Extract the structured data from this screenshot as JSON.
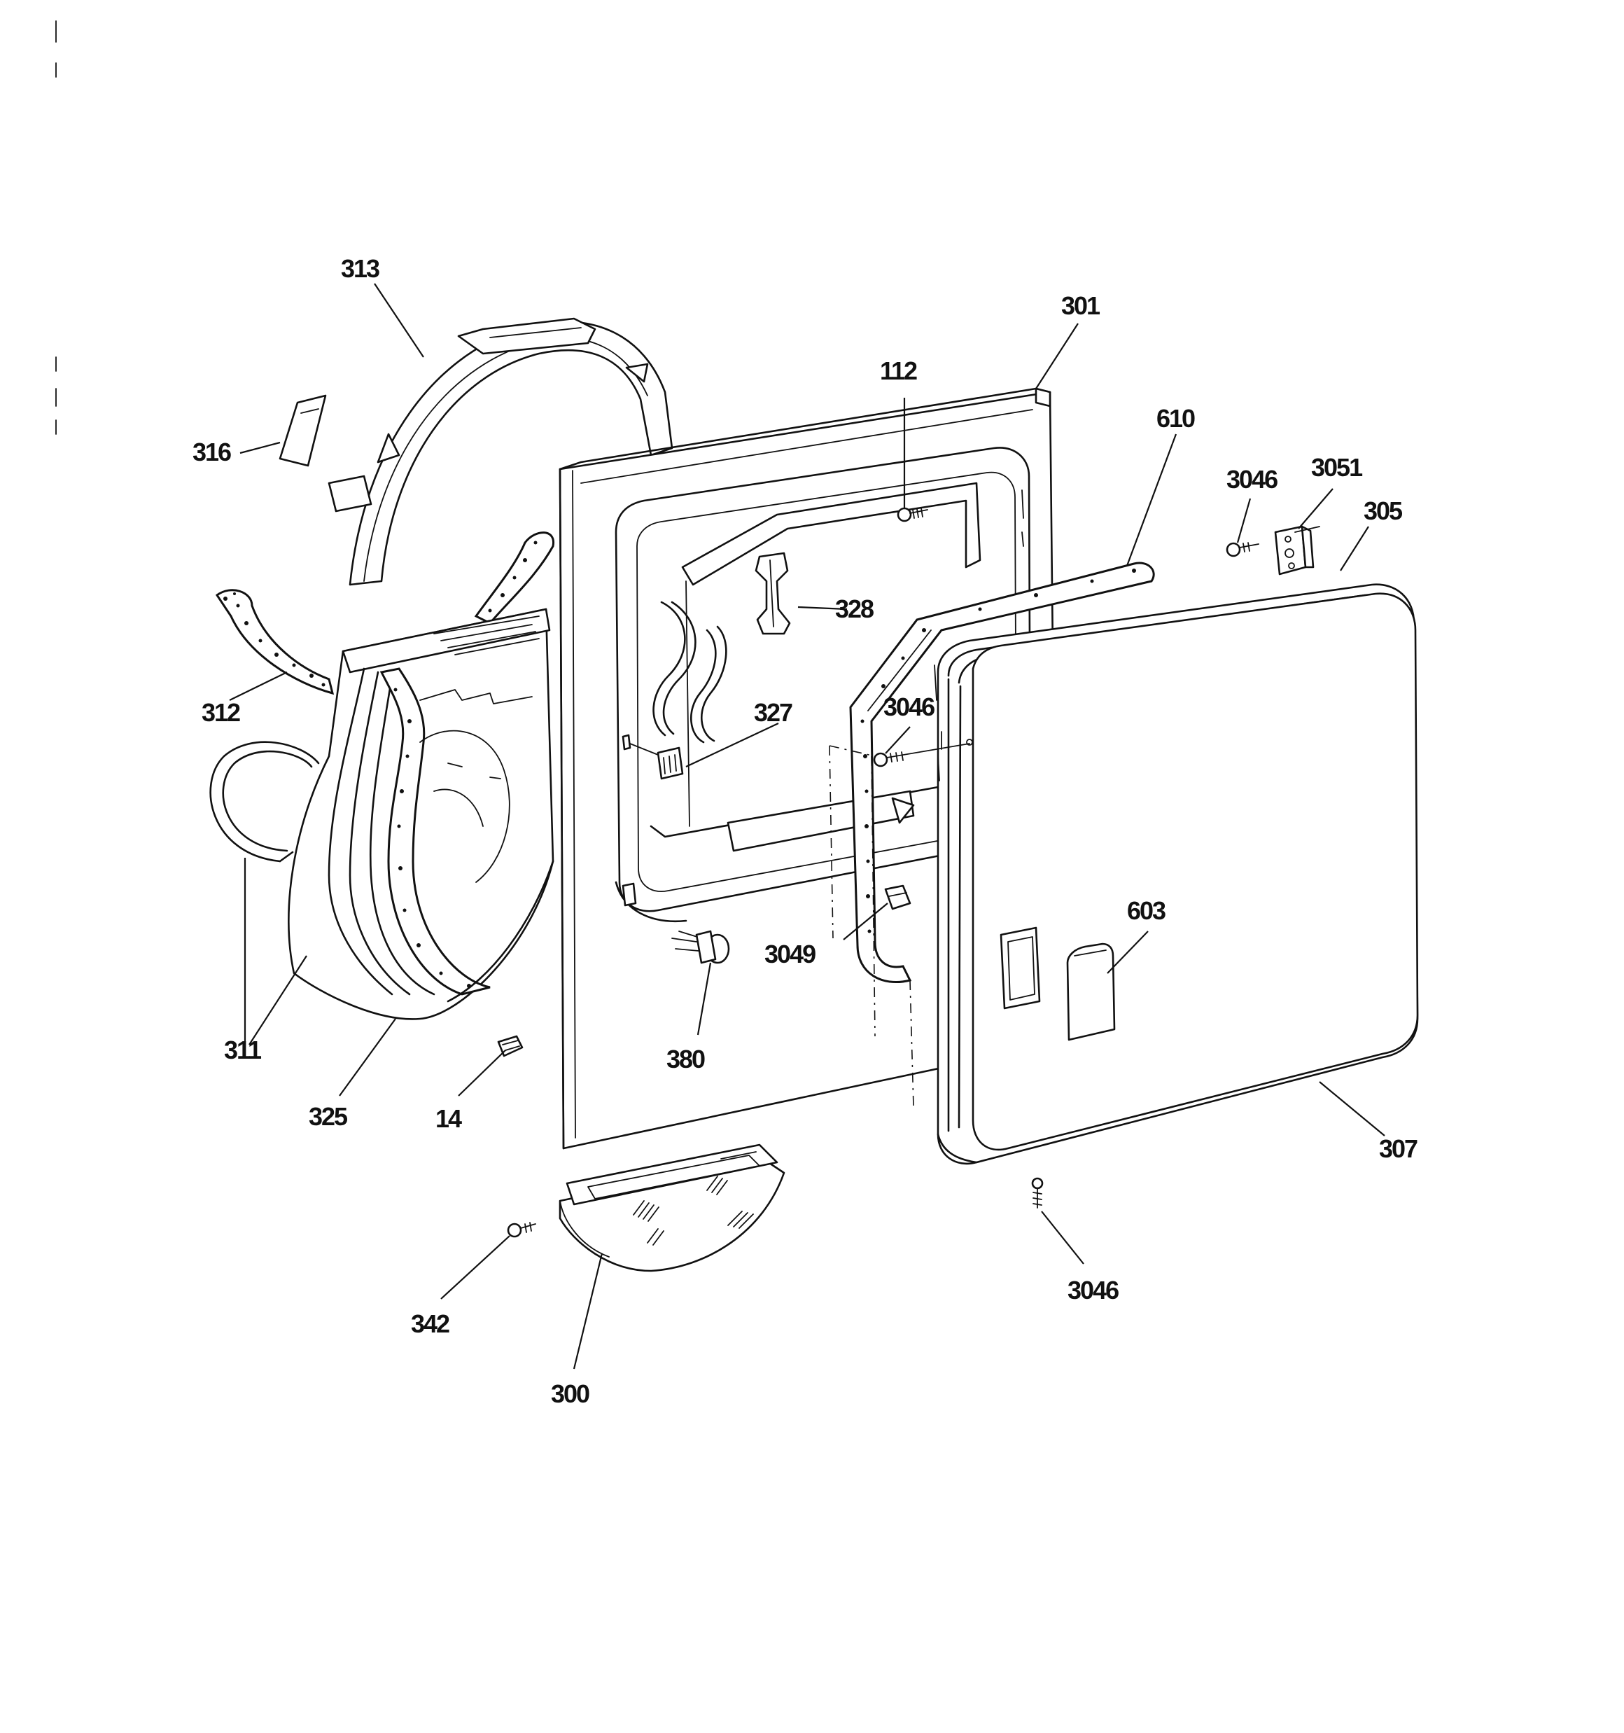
{
  "diagram": {
    "background": "#ffffff",
    "ink": "#111111",
    "callouts": [
      {
        "id": "313",
        "text": "313"
      },
      {
        "id": "301",
        "text": "301"
      },
      {
        "id": "112",
        "text": "112"
      },
      {
        "id": "610",
        "text": "610"
      },
      {
        "id": "316",
        "text": "316"
      },
      {
        "id": "3046a",
        "text": "3046"
      },
      {
        "id": "3051",
        "text": "3051"
      },
      {
        "id": "305",
        "text": "305"
      },
      {
        "id": "328",
        "text": "328"
      },
      {
        "id": "312",
        "text": "312"
      },
      {
        "id": "327",
        "text": "327"
      },
      {
        "id": "3046b",
        "text": "3046"
      },
      {
        "id": "603",
        "text": "603"
      },
      {
        "id": "3049",
        "text": "3049"
      },
      {
        "id": "380",
        "text": "380"
      },
      {
        "id": "311",
        "text": "311"
      },
      {
        "id": "325",
        "text": "325"
      },
      {
        "id": "14",
        "text": "14"
      },
      {
        "id": "307",
        "text": "307"
      },
      {
        "id": "3046c",
        "text": "3046"
      },
      {
        "id": "342",
        "text": "342"
      },
      {
        "id": "300",
        "text": "300"
      }
    ]
  }
}
